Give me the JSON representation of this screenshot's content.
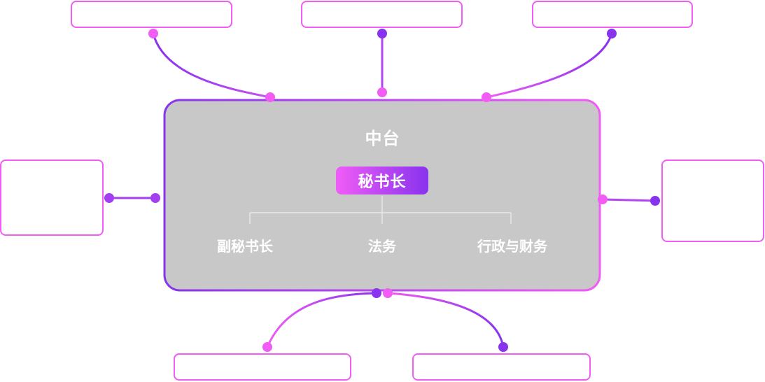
{
  "diagram": {
    "center": {
      "title": "中台",
      "root": "秘书长",
      "children": [
        "副秘书长",
        "法务",
        "行政与财务"
      ]
    },
    "colors": {
      "pink": "#f15cf4",
      "purple": "#8833ee",
      "panel_fill": "#c8c8c8",
      "connector_gray": "#e8e8e8",
      "text": "#ffffff"
    },
    "outer_boxes": [
      {
        "position": "top-left",
        "label": ""
      },
      {
        "position": "top-center",
        "label": ""
      },
      {
        "position": "top-right",
        "label": ""
      },
      {
        "position": "left",
        "label": ""
      },
      {
        "position": "right",
        "label": ""
      },
      {
        "position": "bottom-left",
        "label": ""
      },
      {
        "position": "bottom-right",
        "label": ""
      }
    ]
  }
}
